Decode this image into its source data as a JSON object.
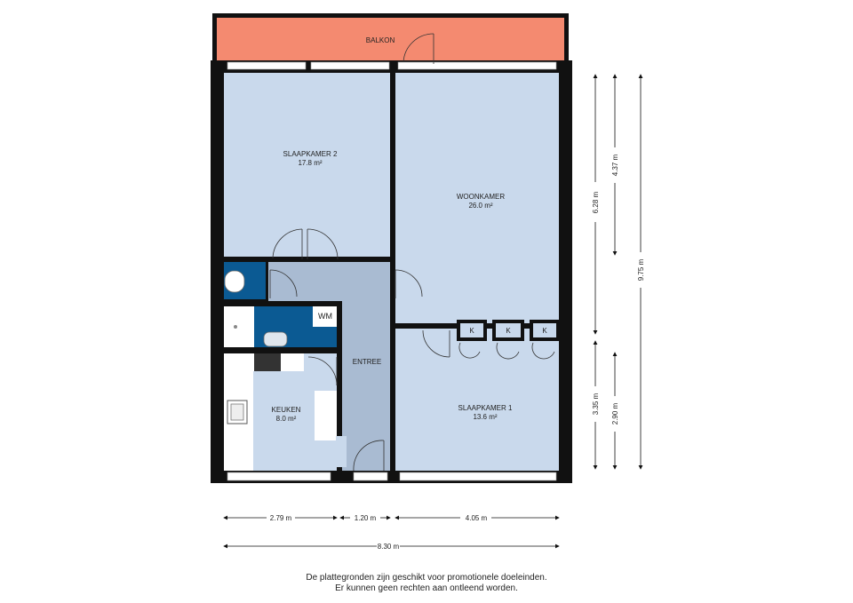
{
  "rooms": {
    "balkon": {
      "name": "BALKON"
    },
    "slaapkamer2": {
      "name": "SLAAPKAMER 2",
      "area": "17.8 m²"
    },
    "woonkamer": {
      "name": "WOONKAMER",
      "area": "26.0 m²"
    },
    "entree": {
      "name": "ENTREE"
    },
    "keuken": {
      "name": "KEUKEN",
      "area": "8.0 m²"
    },
    "slaapkamer1": {
      "name": "SLAAPKAMER 1",
      "area": "13.6 m²"
    }
  },
  "fixtures": {
    "wm": "WM",
    "closets": [
      "K",
      "K",
      "K"
    ]
  },
  "dimensions": {
    "horizontal": [
      "2.79 m",
      "1.20 m",
      "4.05 m"
    ],
    "total_width": "8.30 m",
    "vertical_upper": "6.28 m",
    "vertical_upper_inner": "4.37 m",
    "vertical_total": "9.75 m",
    "vertical_lower": "3.35 m",
    "vertical_lower_inner": "2.90 m"
  },
  "colors": {
    "room_fill": "#c9d9ec",
    "wet_room_fill": "#0b5a93",
    "corridor_fill": "#a9bbd2",
    "balcony_fill": "#f48a70",
    "wall": "#111111"
  },
  "disclaimer": {
    "line1": "De plattegronden zijn geschikt voor promotionele doeleinden.",
    "line2": "Er kunnen geen rechten aan ontleend worden."
  }
}
